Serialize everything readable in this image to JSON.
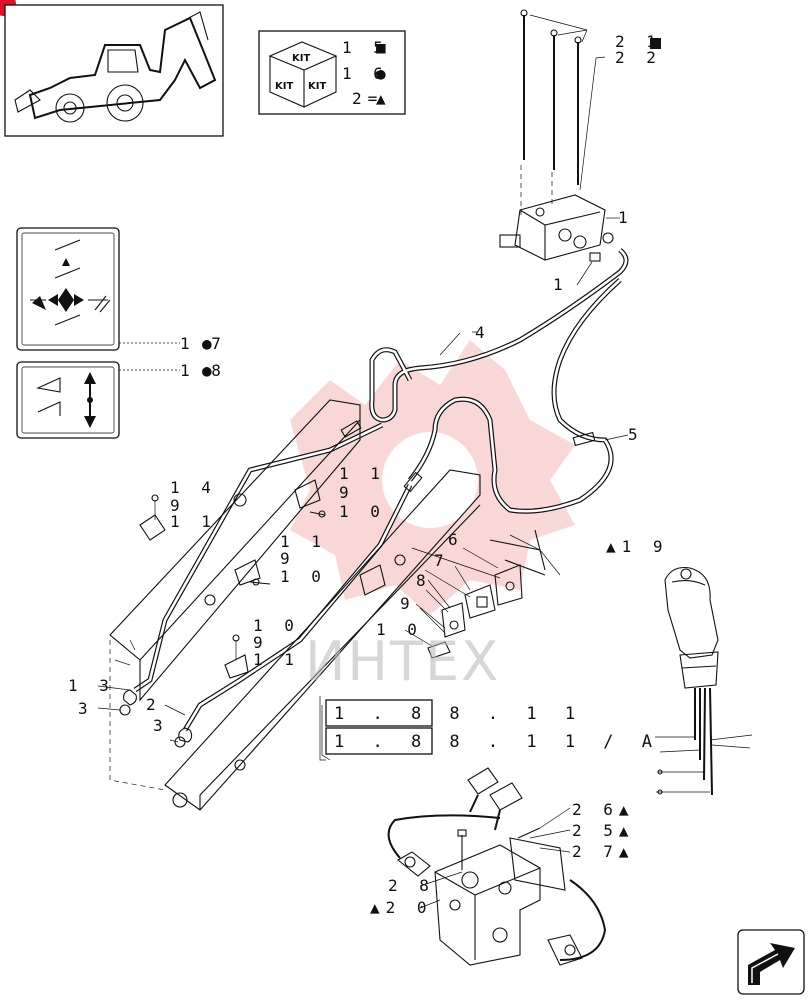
{
  "kit_box": {
    "cube_faces": [
      "KIT",
      "KIT",
      "KIT"
    ],
    "legend": [
      {
        "text": "1 5",
        "marker": "■"
      },
      {
        "text": "1 6",
        "marker": "●"
      },
      {
        "text": "2=",
        "marker": "▲"
      }
    ]
  },
  "side_legend": [
    {
      "text": "1 7",
      "marker": "●"
    },
    {
      "text": "1 8",
      "marker": "●"
    }
  ],
  "callouts": {
    "c21": "2 1",
    "c22": "2 2",
    "c1a": "1",
    "c1b": "1",
    "c4": "4",
    "c5": "5",
    "c6": "6",
    "c7": "7",
    "c8": "8",
    "c9a": "9",
    "c10a": "1 0",
    "c11a": "1 1",
    "c9b": "9",
    "c10b": "1 0",
    "c14": "1 4",
    "c9c": "9",
    "c11b": "1 1",
    "c11c": "1 1",
    "c9d": "9",
    "c10c": "1 0",
    "c10d": "1 0",
    "c9e": "9",
    "c11d": "1 1",
    "c13": "1 3",
    "c3a": "3",
    "c2": "2",
    "c3b": "3",
    "c19": "▲1 9",
    "c26": "2 6▲",
    "c25": "2 5▲",
    "c27": "2 7▲",
    "c28": "2 8",
    "c20": "▲2 0"
  },
  "cross_refs": [
    "1 . 8 8 . 1 1",
    "1 . 8 8 . 1 1 / A"
  ],
  "watermark": "ИНТЕХ",
  "colors": {
    "line": "#111111",
    "watermark": "#e23b3b",
    "page_marker": "#d8182c"
  },
  "icons": [
    "backhoe-loader-icon",
    "kit-cube-icon",
    "control-pattern-icon",
    "lever-direction-icon",
    "next-page-arrow-icon"
  ]
}
